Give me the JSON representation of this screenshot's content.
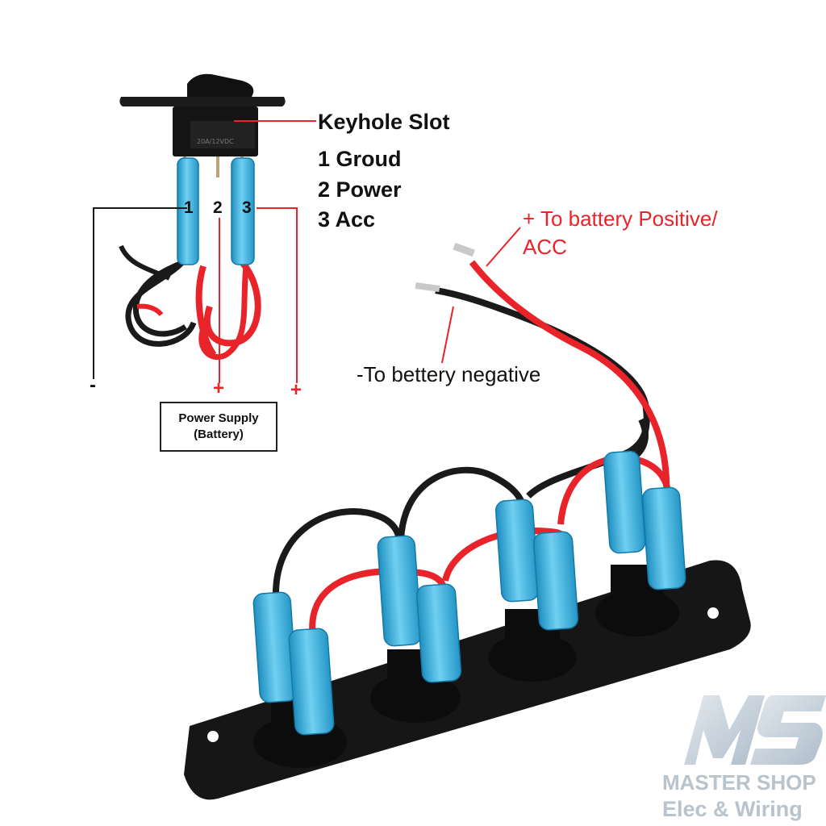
{
  "labels": {
    "keyhole_slot": "Keyhole Slot",
    "pin1_spec": "1 Groud",
    "pin2_spec": "2 Power",
    "pin3_spec": "3 Acc",
    "battery_positive_line1": "+ To battery Positive/",
    "battery_positive_line2": "ACC",
    "battery_negative": "-To bettery negative",
    "pin1": "1",
    "pin2": "2",
    "pin3": "3",
    "minus_sign": "-",
    "plus_sign_power": "+",
    "plus_sign_acc": "+",
    "power_supply_line1": "Power Supply",
    "power_supply_line2": "(Battery)",
    "switch_marking": "20A/12VDC"
  },
  "watermark": {
    "logo": "MS",
    "brand": "MASTER SHOP",
    "sub": "Elec & Wiring"
  },
  "colors": {
    "wire_red": "#e8232a",
    "wire_black": "#1a1a1a",
    "connector_blue": "#3fb6e0",
    "panel_black": "#161616",
    "watermark": "#b9c3cc"
  },
  "panel": {
    "switch_count": 4
  }
}
